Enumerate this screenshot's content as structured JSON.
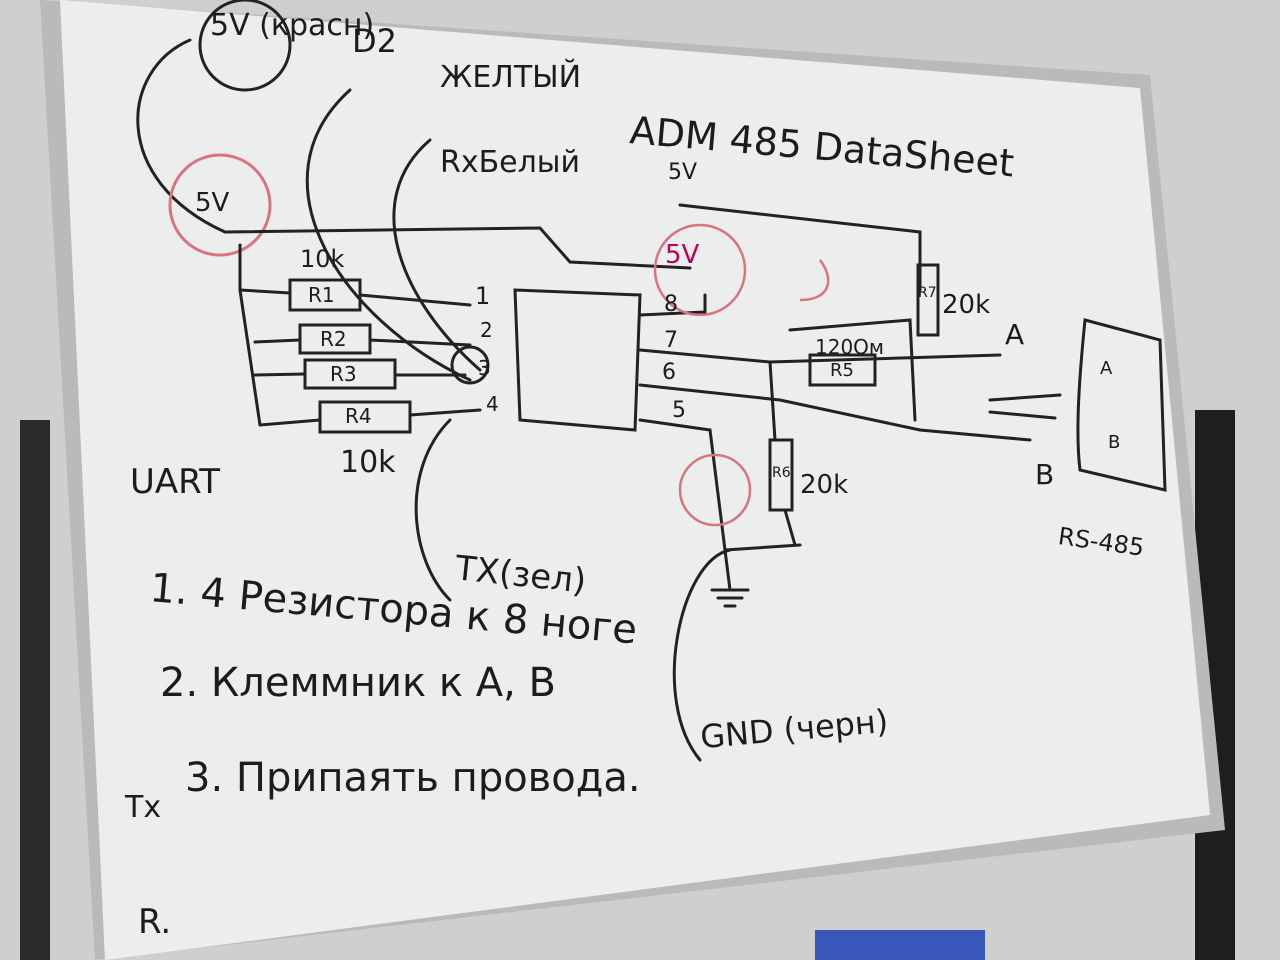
{
  "board": {
    "top_labels": {
      "power_wire": "5V (красн)",
      "d2": "D2",
      "yellow": "ЖЕЛТЫЙ",
      "title": "ADM 485 DataSheet",
      "rx": "RxБелый",
      "vcc_top": "5V",
      "vcc_left": "5V",
      "vcc_chip": "5V"
    },
    "resistors": {
      "r1": "R1",
      "r2": "R2",
      "r3": "R3",
      "r4": "R4",
      "r5": "R5",
      "r6": "R6",
      "r7": "R7",
      "r_top_value": "10k",
      "r_bottom_value": "10k",
      "r5_value": "120Ом",
      "r6_value": "20k",
      "r7_value": "20k"
    },
    "chip_pins": [
      "1",
      "2",
      "3",
      "4",
      "8",
      "7",
      "6",
      "5"
    ],
    "bus": {
      "a": "A",
      "b": "B",
      "conn_a": "A",
      "conn_b": "B",
      "standard": "RS-485"
    },
    "uart": "UART",
    "tx_label": "TX(зел)",
    "gnd_label": "GND (черн)",
    "tasks": [
      "1. 4 Резистора к 8 ноге",
      "2. Клеммник к A, B",
      "3. Припаять провода."
    ],
    "margin_tx": "Tx",
    "margin_r": "R."
  }
}
